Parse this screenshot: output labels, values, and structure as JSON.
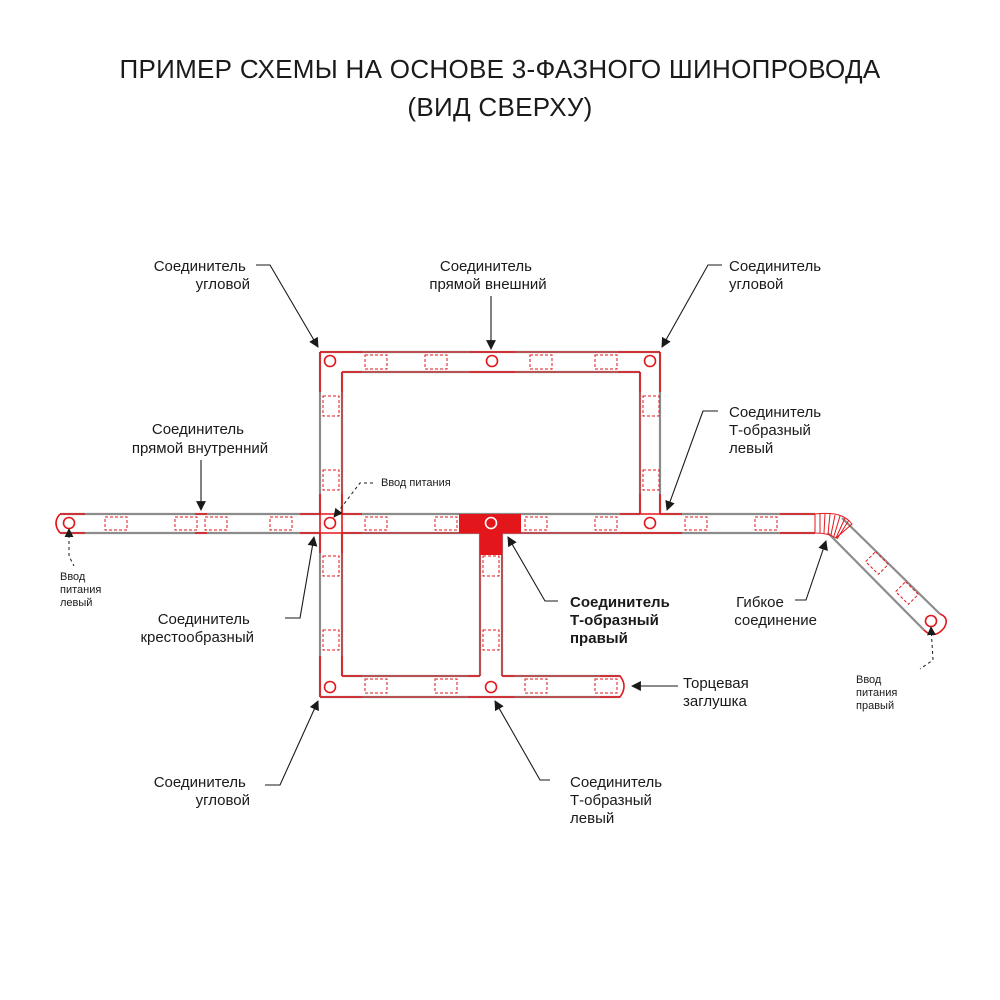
{
  "title": {
    "line1": "ПРИМЕР СХЕМЫ НА ОСНОВЕ 3-ФАЗНОГО ШИНОПРОВОДА",
    "line2": "(ВИД СВЕРХУ)"
  },
  "labels": {
    "corner_top_left": [
      "Соединитель",
      "угловой"
    ],
    "straight_external": [
      "Соединитель",
      "прямой внешний"
    ],
    "corner_top_right": [
      "Соединитель",
      "угловой"
    ],
    "straight_internal": [
      "Соединитель",
      "прямой внутренний"
    ],
    "power_input": "Ввод питания",
    "t_left_right_side": [
      "Соединитель",
      "Т-образный",
      "левый"
    ],
    "power_input_left": [
      "Ввод",
      "питания",
      "левый"
    ],
    "cross": [
      "Соединитель",
      "крестообразный"
    ],
    "t_right_highlighted": [
      "Соединитель",
      "Т-образный",
      "правый"
    ],
    "flexible": [
      "Гибкое",
      "соединение"
    ],
    "power_input_right": [
      "Ввод",
      "питания",
      "правый"
    ],
    "end_cap": [
      "Торцевая",
      "заглушка"
    ],
    "corner_bottom_left": [
      "Соединитель",
      "угловой"
    ],
    "t_left_bottom": [
      "Соединитель",
      "Т-образный",
      "левый"
    ]
  },
  "colors": {
    "track": "#8c8c8c",
    "connector": "#e3161b",
    "highlight": "#e3161b",
    "text": "#1a1a1a"
  }
}
